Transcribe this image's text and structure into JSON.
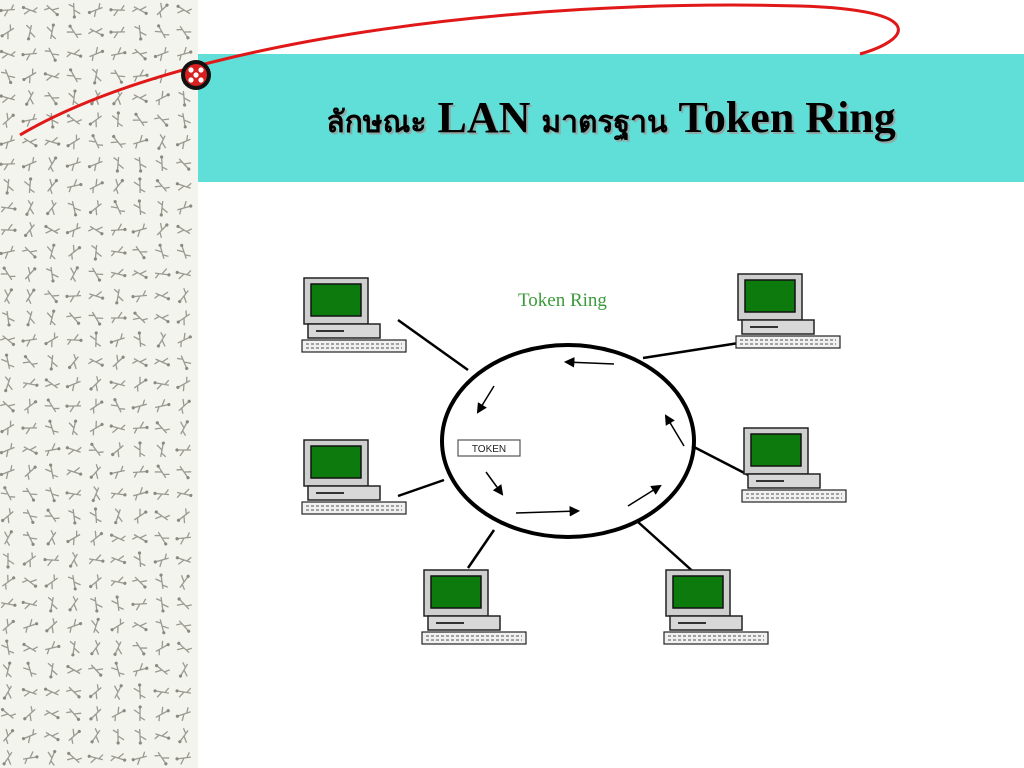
{
  "slide": {
    "title_part1": "ลักษณะ",
    "title_part2": "LAN",
    "title_part3": "มาตรฐาน",
    "title_part4": "Token Ring"
  },
  "diagram": {
    "caption": "Token Ring",
    "token_label": "TOKEN",
    "computer_count": 6
  },
  "colors": {
    "title_band": "#5fdfd8",
    "ring_line": "#000000",
    "monitor_screen": "#0d7a0d",
    "caption_text": "#3a9b3a",
    "deco_curve": "#e01818"
  },
  "icons": [
    "computer-icon",
    "arrow-icon",
    "logo-icon"
  ]
}
